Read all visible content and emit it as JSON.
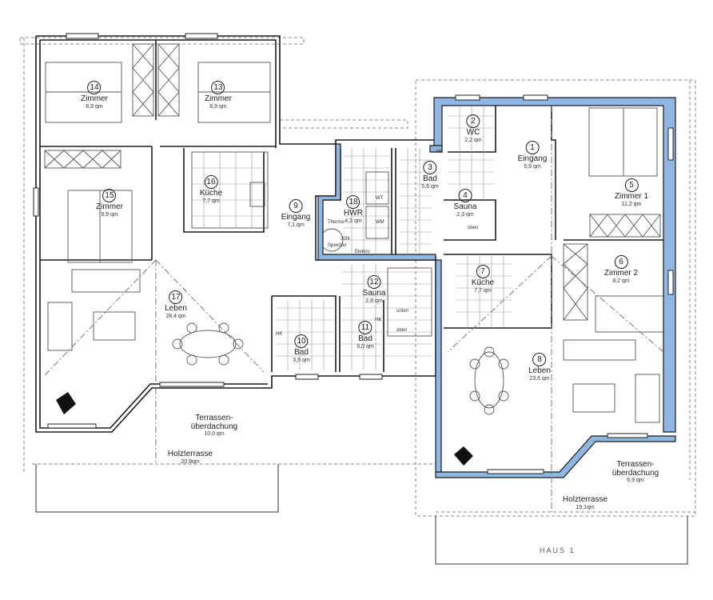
{
  "plan": {
    "house_label": "HAUS 1",
    "highlight_color": "#8fb7e2",
    "area_unit": "qm"
  },
  "rooms": [
    {
      "number": "1",
      "name": "Eingang",
      "area": "5,9 qm"
    },
    {
      "number": "2",
      "name": "WC",
      "area": "2,2 qm"
    },
    {
      "number": "3",
      "name": "Bad",
      "area": "5,6 qm"
    },
    {
      "number": "4",
      "name": "Sauna",
      "area": "2,3 qm"
    },
    {
      "number": "5",
      "name": "Zimmer 1",
      "area": "11,2 qm"
    },
    {
      "number": "6",
      "name": "Zimmer 2",
      "area": "8,2 qm"
    },
    {
      "number": "7",
      "name": "Küche",
      "area": "7,7 qm"
    },
    {
      "number": "8",
      "name": "Leben",
      "area": "23,6 qm"
    },
    {
      "number": "9",
      "name": "Eingang",
      "area": "7,1 qm"
    },
    {
      "number": "10",
      "name": "Bad",
      "area": "3,9 qm"
    },
    {
      "number": "11",
      "name": "Bad",
      "area": "5,0 qm"
    },
    {
      "number": "12",
      "name": "Sauna",
      "area": "2,8 qm"
    },
    {
      "number": "13",
      "name": "Zimmer",
      "area": "8,9 qm"
    },
    {
      "number": "14",
      "name": "Zimmer",
      "area": "8,9 qm"
    },
    {
      "number": "15",
      "name": "Zimmer",
      "area": "9,9 qm"
    },
    {
      "number": "16",
      "name": "Küche",
      "area": "7,7 qm"
    },
    {
      "number": "17",
      "name": "Leben",
      "area": "28,4 qm"
    },
    {
      "number": "18",
      "name": "HWR",
      "area": "4,3 qm"
    }
  ],
  "outdoor": {
    "left_roof": {
      "name": "Terrassen-­überdachung",
      "line1": "Terrassen-",
      "line2": "überdachung",
      "area": "10,0 qm"
    },
    "left_deck": {
      "name": "Holzterrasse",
      "area": "20,9qm"
    },
    "right_roof": {
      "line1": "Terrassen-",
      "line2": "überdachung",
      "area": "6,9 qm"
    },
    "right_deck": {
      "name": "Holzterrasse",
      "area": "19,1qm"
    }
  },
  "annotations": {
    "wt": "WT",
    "wm": "WM",
    "therme": "Therme",
    "speicher_size": "300l",
    "speicher": "Speicher",
    "elektro": "Elektro",
    "hk": "HK",
    "unten": "unten",
    "oben": "oben"
  }
}
